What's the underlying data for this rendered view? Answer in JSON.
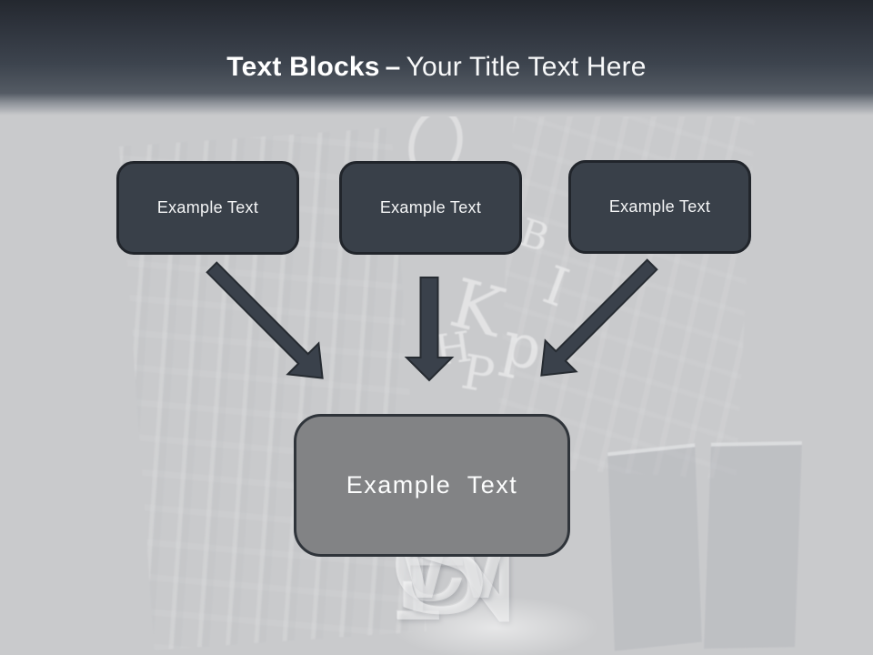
{
  "slide_title": {
    "bold": "Text Blocks",
    "separator": "–",
    "regular": "Your Title Text Here"
  },
  "diagram": {
    "top_blocks": [
      {
        "label": "Example Text"
      },
      {
        "label": "Example Text"
      },
      {
        "label": "Example Text"
      }
    ],
    "center_block": {
      "label": "Example Text"
    },
    "arrows": [
      {
        "name": "arrow-down-right"
      },
      {
        "name": "arrow-down"
      },
      {
        "name": "arrow-down-left"
      }
    ]
  },
  "watermark": {
    "news_letters": [
      "N",
      "e",
      "W",
      "S"
    ],
    "faint_letters": [
      "B",
      "I",
      "K",
      "p",
      "H",
      "P"
    ]
  },
  "colors": {
    "header_top": "#24282f",
    "header_bottom": "#545b64",
    "body_bg": "#c9cacc",
    "title_text": "#ffffff",
    "block_fill": "#394049",
    "block_border": "#21252b",
    "block_text": "#f4f5f6",
    "center_fill": "#828385",
    "center_border": "#2f343a",
    "arrow_fill": "#3a414b",
    "arrow_border": "#262b31"
  }
}
